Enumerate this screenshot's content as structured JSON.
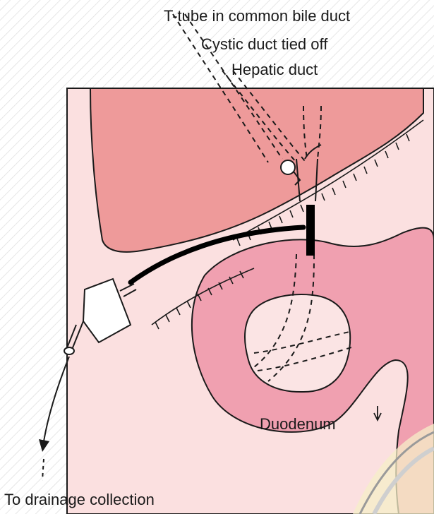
{
  "labels": {
    "t_tube": "T-tube in common bile duct",
    "cystic_duct": "Cystic duct tied off",
    "hepatic_duct": "Hepatic duct",
    "duodenum": "Duodenum",
    "drainage": "To drainage collection"
  },
  "colors": {
    "background": "#ffffff",
    "hatch": "#d3d3d3",
    "liver": "#ee9a9a",
    "duodenum": "#f0a0b0",
    "skin": "#fbe0e0",
    "stomach_opening": "#fbe4e4",
    "tube": "#000000",
    "outline": "#1a1a1a",
    "lens_tint": "#f6efc8"
  }
}
